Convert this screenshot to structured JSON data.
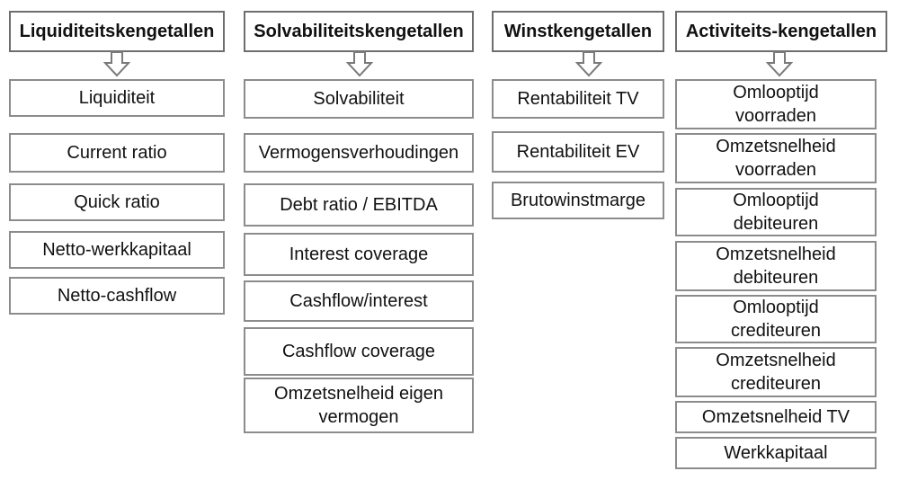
{
  "columns": [
    {
      "header": "Liquiditeitskengetallen",
      "items": [
        "Liquiditeit",
        "Current ratio",
        "Quick ratio",
        "Netto-werkkapitaal",
        "Netto-cashflow"
      ]
    },
    {
      "header": "Solvabiliteitskengetallen",
      "items": [
        "Solvabiliteit",
        "Vermogensverhoudingen",
        "Debt ratio / EBITDA",
        "Interest coverage",
        "Cashflow/interest",
        "Cashflow coverage",
        "Omzetsnelheid eigen vermogen"
      ]
    },
    {
      "header": "Winstkengetallen",
      "items": [
        "Rentabiliteit TV",
        "Rentabiliteit EV",
        "Brutowinstmarge"
      ]
    },
    {
      "header": "Activiteits-kengetallen",
      "items": [
        "Omlooptijd voorraden",
        "Omzetsnelheid voorraden",
        "Omlooptijd debiteuren",
        "Omzetsnelheid debiteuren",
        "Omlooptijd crediteuren",
        "Omzetsnelheid crediteuren",
        "Omzetsnelheid TV",
        "Werkkapitaal"
      ]
    }
  ]
}
